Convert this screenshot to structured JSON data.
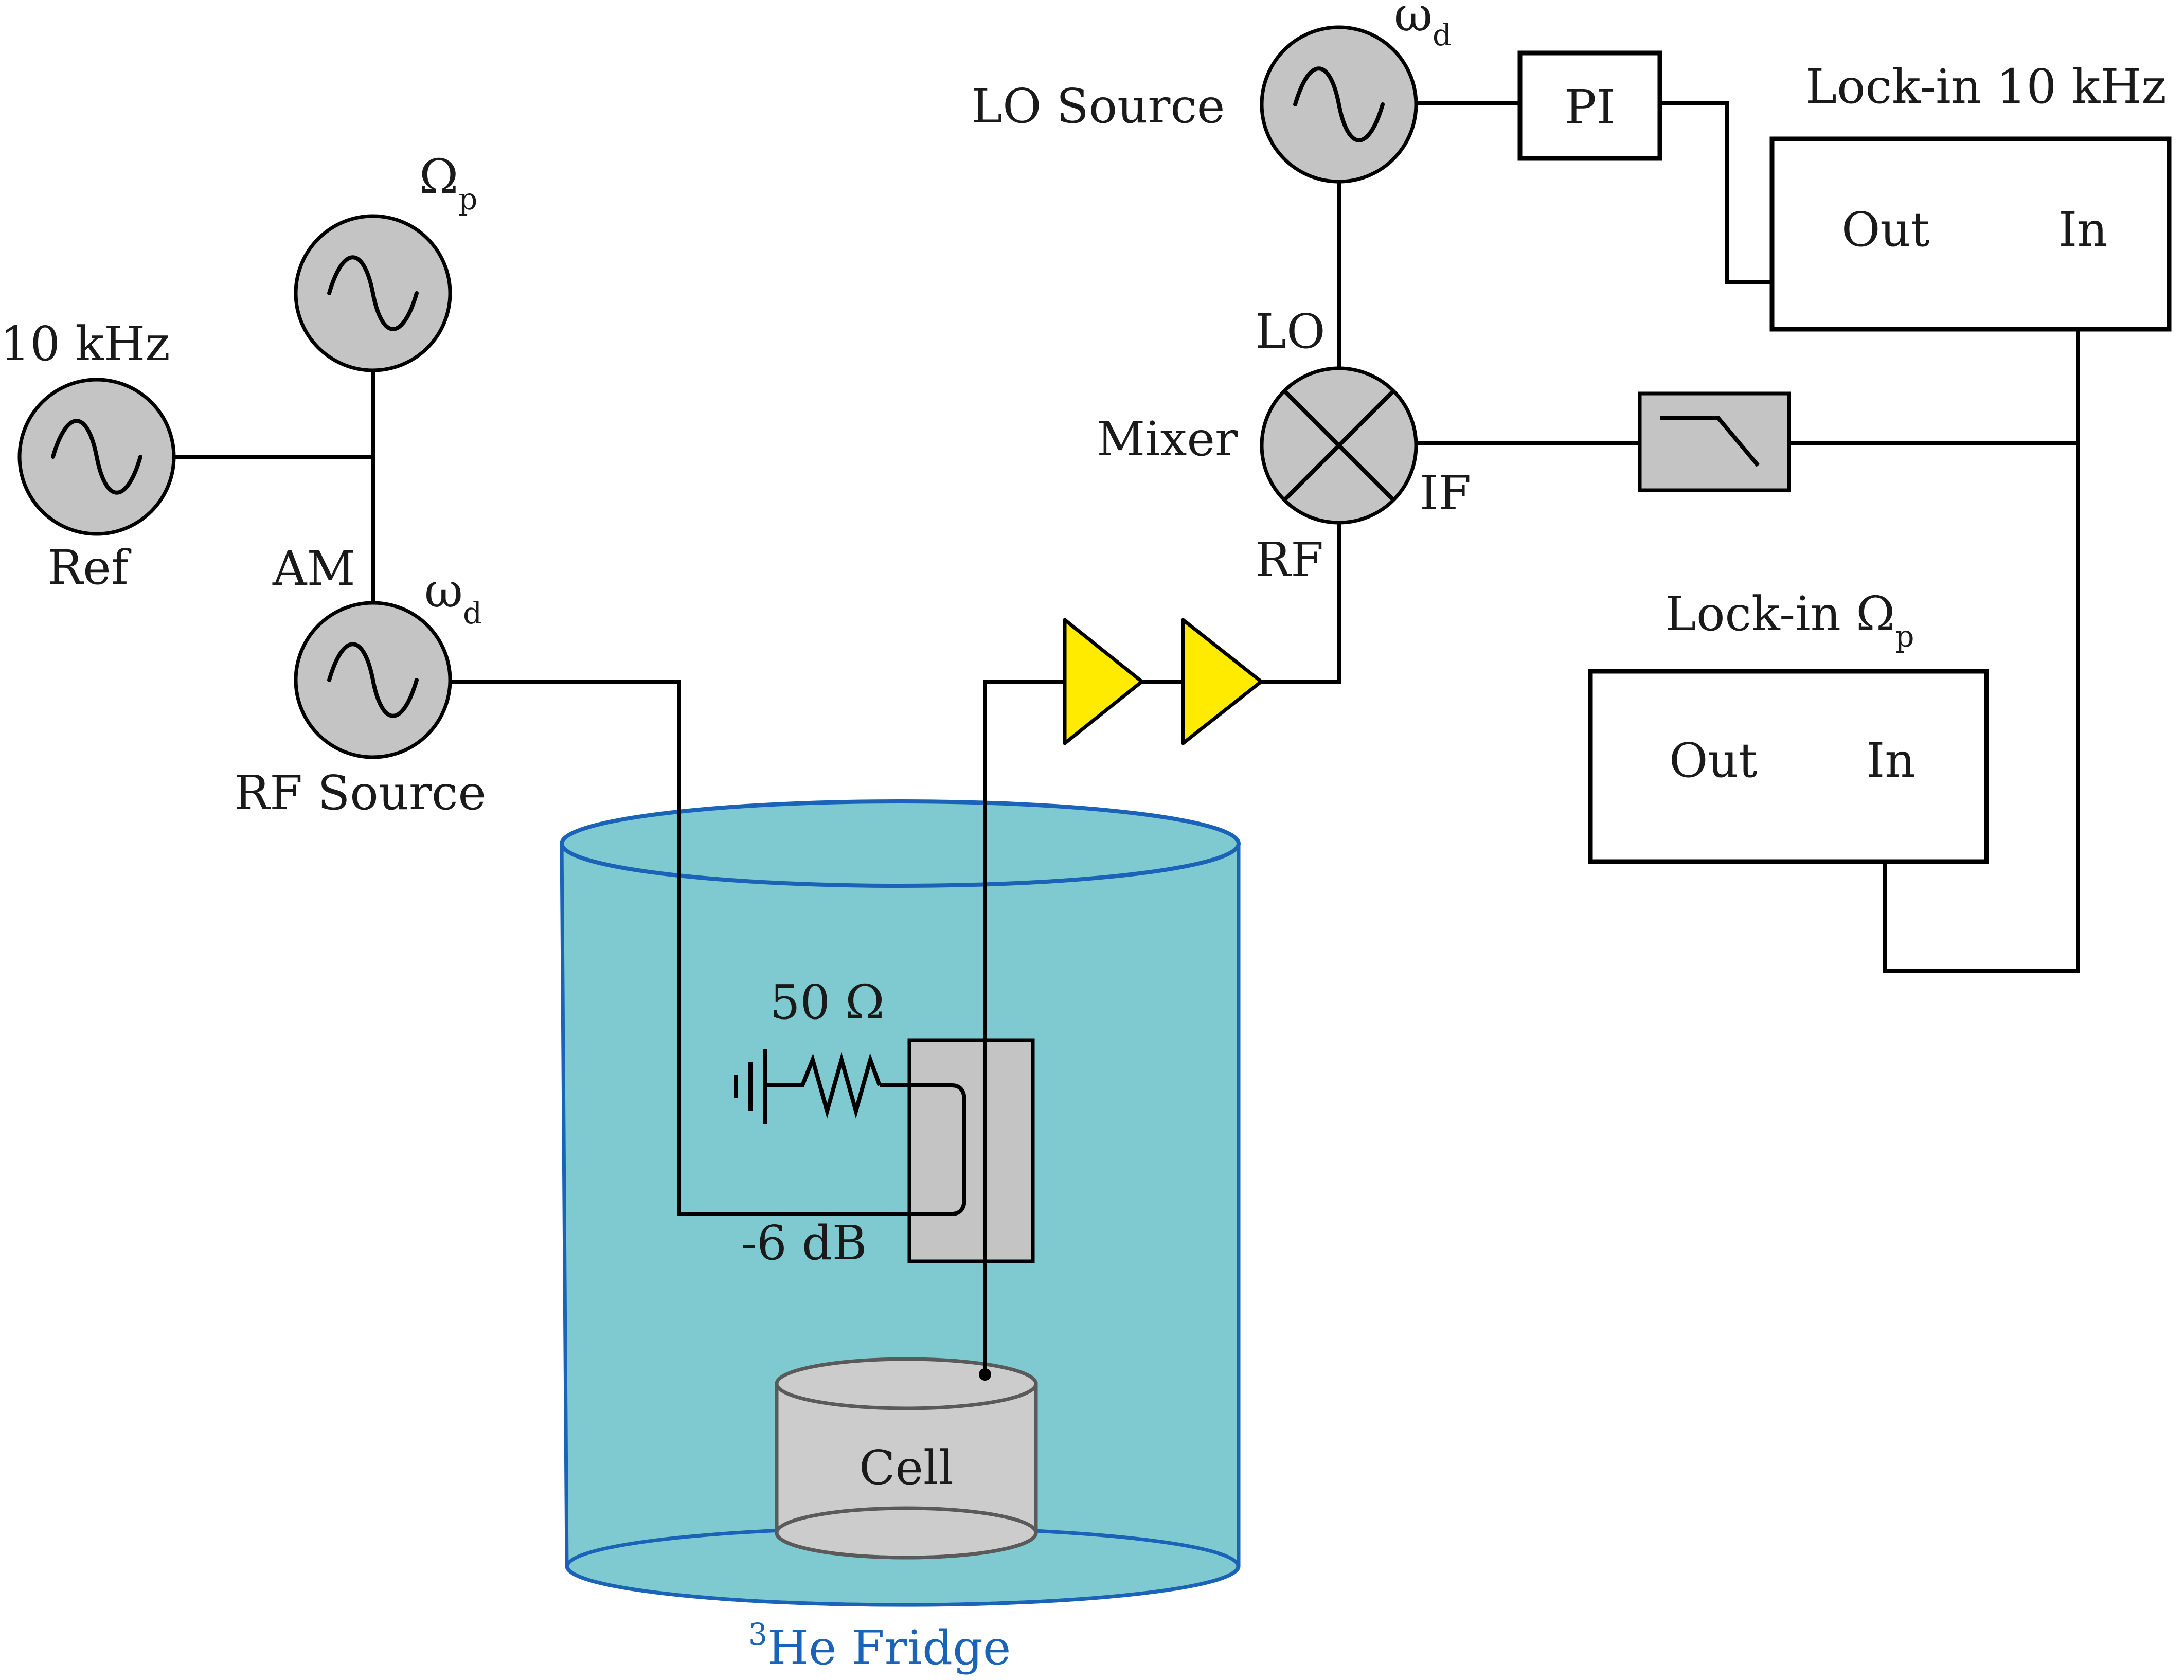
{
  "labels": {
    "ref_freq": "10 kHz",
    "ref_name": "Ref",
    "omega_p_symbol": "Ω",
    "omega_p_sub": "p",
    "am": "AM",
    "omega_d_symbol": "ω",
    "omega_d_sub": "d",
    "rf_source": "RF Source",
    "lo_source": "LO Source",
    "lo_omega_symbol": "ω",
    "lo_omega_sub": "d",
    "pi": "PI",
    "lockin_10k_title": "Lock-in 10 kHz",
    "lockin_10k_out": "Out",
    "lockin_10k_in": "In",
    "lo_port": "LO",
    "mixer": "Mixer",
    "if_port": "IF",
    "rf_port": "RF",
    "lockin_p_title": "Lock-in Ω",
    "lockin_p_sub": "p",
    "lockin_p_out": "Out",
    "lockin_p_in": "In",
    "resistor": "50 Ω",
    "coupler": "-6 dB",
    "cell": "Cell",
    "fridge_sup": "3",
    "fridge": "He Fridge"
  },
  "colors": {
    "source_fill": "#c4c4c4",
    "fridge_fill": "#7fc9d0",
    "fridge_stroke": "#1a63b8",
    "amplifier_fill": "#ffeb00",
    "cell_fill": "#cccccc"
  }
}
